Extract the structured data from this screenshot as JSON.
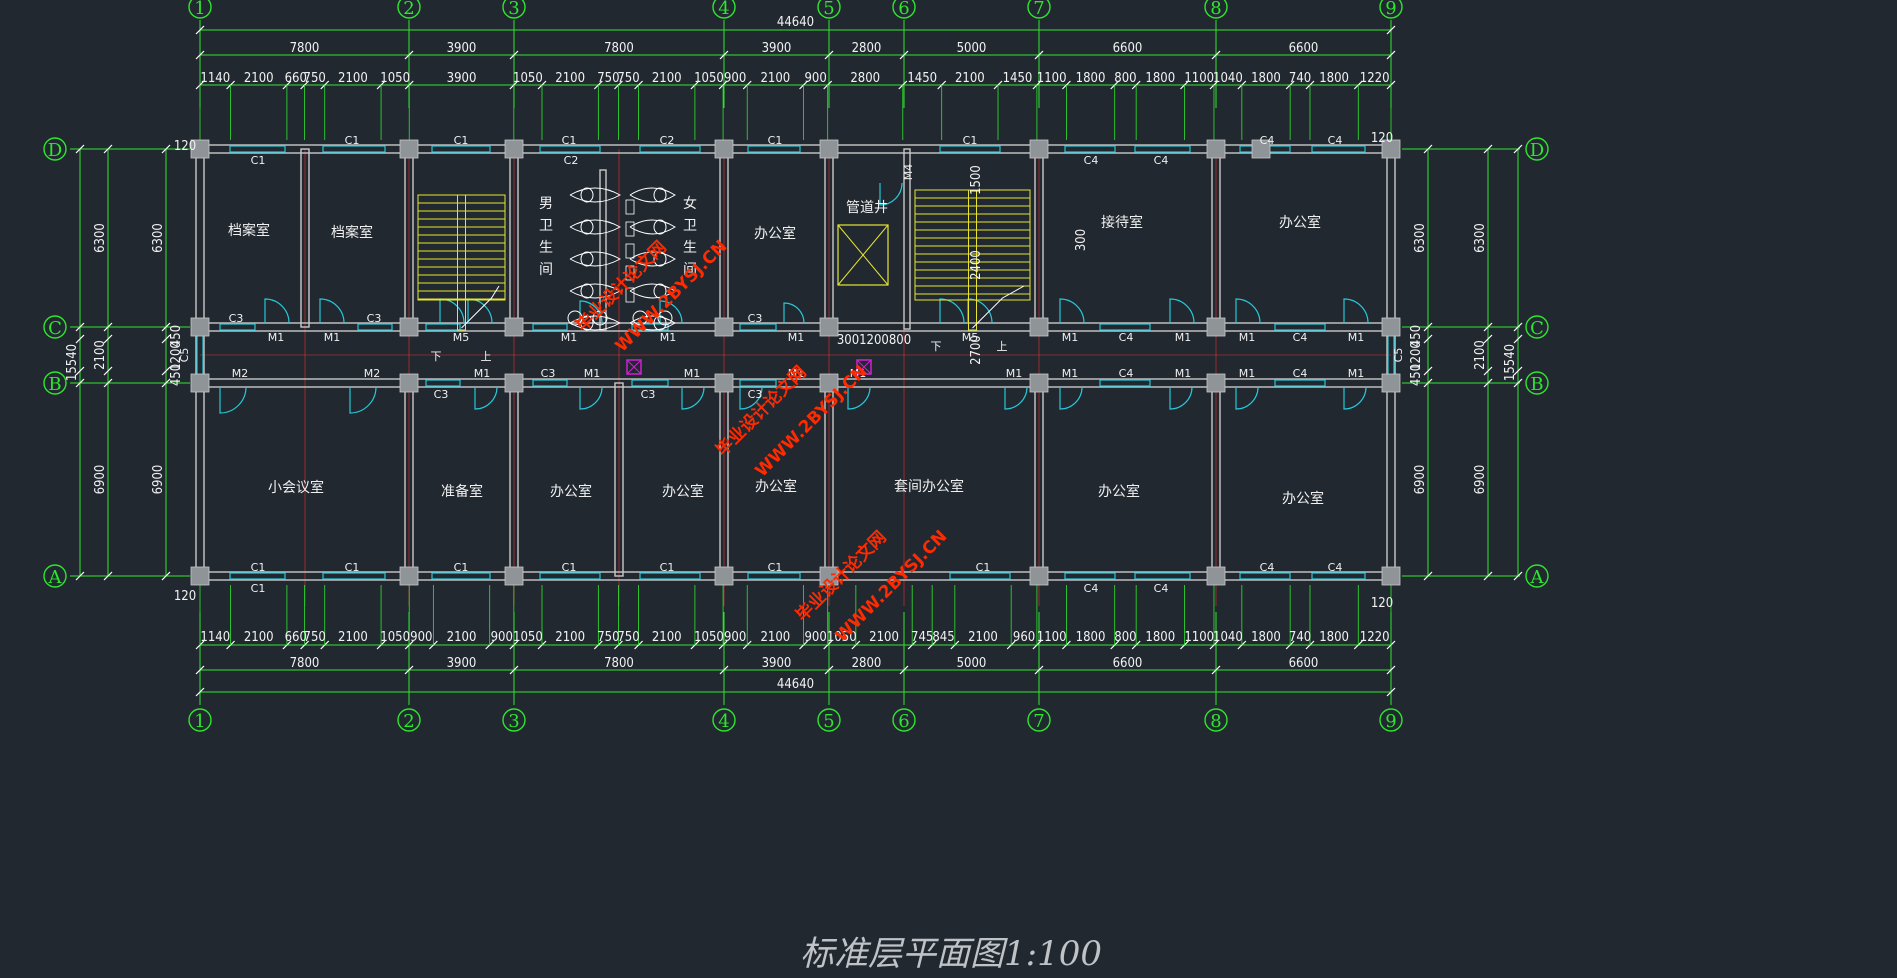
{
  "grid": {
    "x_labels": [
      "1",
      "2",
      "3",
      "4",
      "5",
      "6",
      "7",
      "8",
      "9"
    ],
    "y_labels": [
      "D",
      "C",
      "B",
      "A"
    ]
  },
  "dimensions": {
    "overall": "44640",
    "bays": [
      "7800",
      "3900",
      "7800",
      "3900",
      "2800",
      "5000",
      "6600",
      "6600"
    ],
    "top_detail": [
      "1140",
      "2100",
      "660",
      "750",
      "2100",
      "1050",
      "3900",
      "1050",
      "2100",
      "750",
      "750",
      "2100",
      "1050",
      "900",
      "2100",
      "900",
      "2800",
      "1450",
      "2100",
      "1450",
      "1100",
      "1800",
      "800",
      "1800",
      "1100",
      "1040",
      "1800",
      "740",
      "1800",
      "1220"
    ],
    "bottom_detail": [
      "1140",
      "2100",
      "660",
      "750",
      "2100",
      "1050",
      "900",
      "2100",
      "900",
      "1050",
      "2100",
      "750",
      "750",
      "2100",
      "1050",
      "900",
      "2100",
      "900",
      "1050",
      "2100",
      "745",
      "845",
      "2100",
      "960",
      "1100",
      "1800",
      "800",
      "1800",
      "1100",
      "1040",
      "1800",
      "740",
      "1800",
      "1220"
    ],
    "left_total": "15540",
    "left_outer": [
      "6300",
      "2100",
      "6900"
    ],
    "left_inner": [
      "6300",
      "450",
      "1200",
      "450",
      "6900"
    ],
    "right_total": "15540",
    "right_outer": [
      "6300",
      "2100",
      "6900"
    ],
    "right_inner": [
      "6300",
      "450",
      "1200",
      "450",
      "6900"
    ],
    "wall_offsets": [
      "120",
      "120",
      "120",
      "120"
    ],
    "stair_dims": [
      "1500",
      "2400",
      "2700",
      "300",
      "1200",
      "800",
      "300"
    ]
  },
  "rooms": [
    "档案室",
    "档案室",
    "办公室",
    "接待室",
    "办公室",
    "小会议室",
    "准备室",
    "办公室",
    "办公室",
    "办公室",
    "套间办公室",
    "办公室",
    "办公室",
    "管道井"
  ],
  "restroom_men": [
    "男",
    "卫",
    "生",
    "间"
  ],
  "restroom_women": [
    "女",
    "卫",
    "生",
    "间"
  ],
  "stair_marks": [
    "下",
    "上",
    "下",
    "上"
  ],
  "labels": {
    "windows_top": [
      "C1",
      "C1",
      "C1",
      "C2",
      "C1",
      "C1",
      "C4",
      "C4"
    ],
    "windows_top_inner": [
      "C1",
      "C2",
      "C4",
      "C4"
    ],
    "windows_bottom": [
      "C1",
      "C1",
      "C1",
      "C1",
      "C1",
      "C1",
      "C1",
      "C4",
      "C4"
    ],
    "windows_bottom_inner": [
      "C1",
      "C4",
      "C4"
    ],
    "corridor_north": [
      "C3",
      "C3",
      "M1",
      "M1",
      "M5",
      "M1",
      "M1",
      "C3",
      "M1",
      "M5",
      "M1",
      "C4",
      "M1",
      "M1",
      "C4",
      "M1"
    ],
    "corridor_south": [
      "M2",
      "M2",
      "C3",
      "M1",
      "C3",
      "M1",
      "C3",
      "M1",
      "C3",
      "M1",
      "M1",
      "M1",
      "M1",
      "C4",
      "M1",
      "M1",
      "C4",
      "M1"
    ],
    "ends": [
      "C5",
      "C5",
      "M4"
    ]
  },
  "watermark": [
    "毕业设计论文网",
    "WWW.2BYSJ.CN"
  ],
  "title": "标准层平面图1:100"
}
